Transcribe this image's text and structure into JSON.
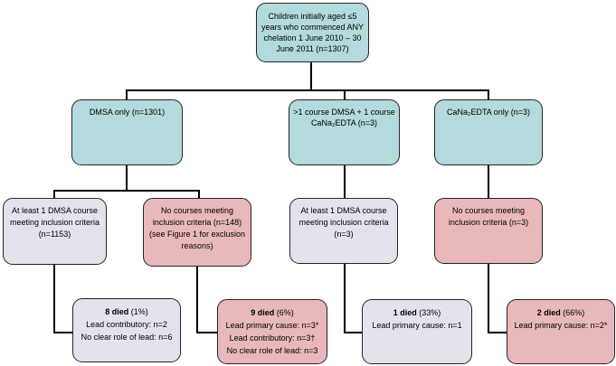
{
  "figure": {
    "type": "study-flowchart",
    "colors": {
      "cohort_box": "#b3dadd",
      "included_box": "#e5e2ee",
      "excluded_box": "#e9b8bb",
      "border": "#242424",
      "connector": "#000000",
      "background": "#ffffff"
    }
  },
  "root": {
    "text": "Children initially aged ≤5 years who commenced ANY chelation 1 June 2010 – 30 June 2011 (n=1307)"
  },
  "level2": [
    {
      "text": "DMSA only (n=1301)"
    },
    {
      "text": ">1 course DMSA + 1 course CaNa₂EDTA (n=3)"
    },
    {
      "text": "CaNa₂EDTA only (n=3)"
    }
  ],
  "level3": [
    {
      "text": "At least 1 DMSA course meeting inclusion criteria (n=1153)"
    },
    {
      "text": "No courses meeting inclusion criteria (n=148) (see Figure 1 for exclusion reasons)"
    },
    {
      "text": "At least 1 DMSA course meeting inclusion criteria (n=3)"
    },
    {
      "text": "No courses meeting inclusion criteria (n=3)"
    }
  ],
  "level4": [
    {
      "died": "8 died",
      "pct": " (1%)",
      "lines": [
        "Lead contributory: n=2",
        "No clear role of lead: n=6"
      ]
    },
    {
      "died": "9 died",
      "pct": " (6%)",
      "lines": [
        "Lead primary cause: n=3*",
        "Lead contributory: n=3†",
        "No clear role of lead: n=3"
      ]
    },
    {
      "died": "1 died",
      "pct": " (33%)",
      "lines": [
        "Lead primary cause: n=1"
      ]
    },
    {
      "died": "2 died",
      "pct": " (66%)",
      "lines": [
        "Lead primary cause: n=2*"
      ]
    }
  ]
}
